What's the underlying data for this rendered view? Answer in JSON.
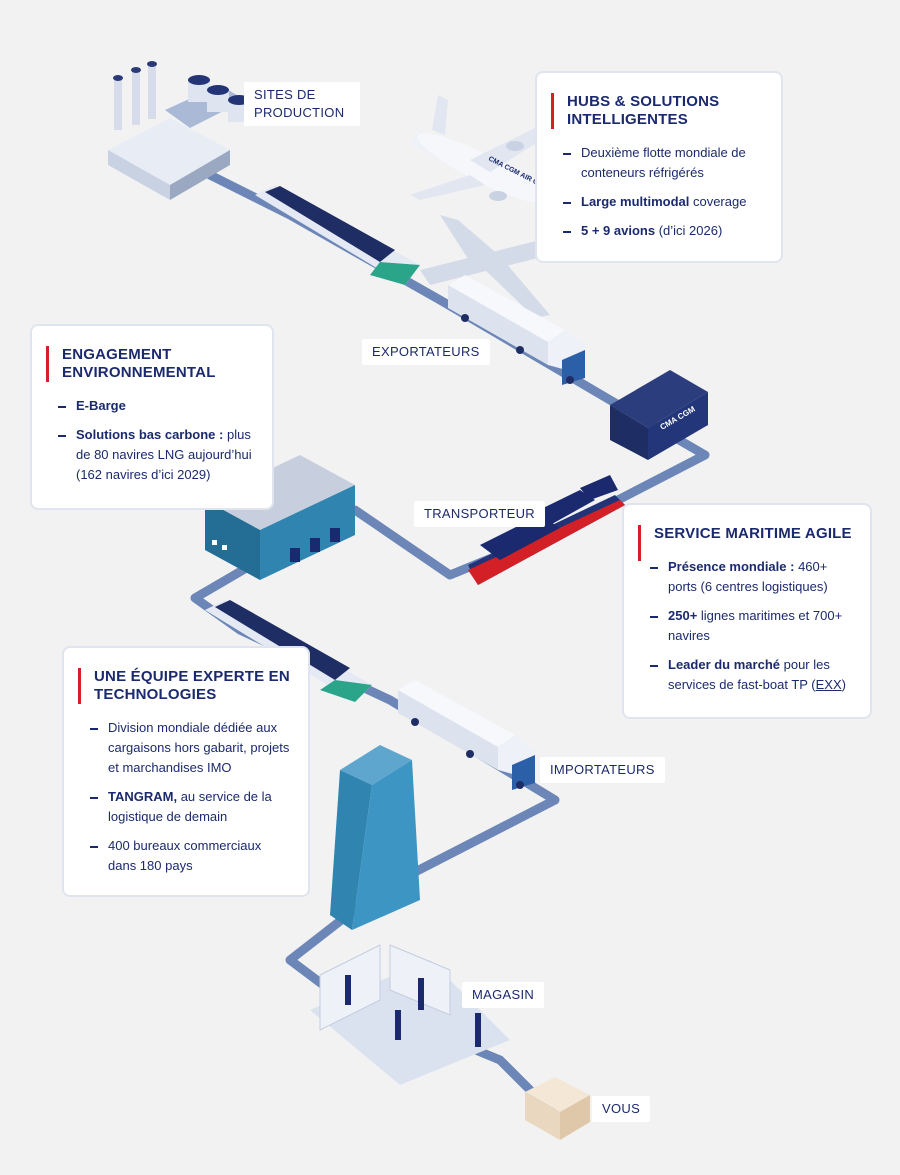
{
  "labels": {
    "sites": "SITES DE PRODUCTION",
    "exportateurs": "EXPORTATEURS",
    "transporteur": "TRANSPORTEUR",
    "importateurs": "IMPORTATEURS",
    "magasin": "MAGASIN",
    "vous": "VOUS"
  },
  "brand": {
    "container": "CMA CGM",
    "plane": "CMA CGM AIR CARGO"
  },
  "cards": {
    "hubs": {
      "title": "HUBS & SOLUTIONS INTELLIGENTES",
      "items": [
        {
          "b": "",
          "t": "Deuxième flotte mondiale de conteneurs réfrigérés"
        },
        {
          "b": "Large multimodal",
          "t": " coverage"
        },
        {
          "b": "5 + 9 avions",
          "t": " (d’ici 2026)"
        }
      ]
    },
    "env": {
      "title": "ENGAGEMENT ENVIRONNEMENTAL",
      "items": [
        {
          "b": "E-Barge",
          "t": ""
        },
        {
          "b": "Solutions bas carbone :",
          "t": " plus de 80 navires LNG aujourd’hui (162 navires d’ici 2029)"
        }
      ]
    },
    "maritime": {
      "title": "SERVICE MARITIME AGILE",
      "items": [
        {
          "b": "Présence mondiale :",
          "t": " 460+ ports (6 centres logistiques)"
        },
        {
          "b": "250+",
          "t": " lignes maritimes et 700+ navires"
        },
        {
          "b": "Leader du marché",
          "t": " pour les services de fast-boat TP (",
          "u": "EXX",
          "t2": ")"
        }
      ]
    },
    "equipe": {
      "title": "UNE ÉQUIPE EXPERTE EN TECHNOLOGIES",
      "items": [
        {
          "b": "",
          "t": "Division mondiale dédiée aux cargaisons hors gabarit, projets et marchandises IMO"
        },
        {
          "b": "TANGRAM,",
          "t": " au service de la logistique de demain"
        },
        {
          "b": "",
          "t": "400 bureaux commerciaux dans 180 pays"
        }
      ]
    }
  },
  "colors": {
    "navy": "#1b2a6e",
    "red": "#d32027",
    "path": "#6b86b7",
    "teal": "#2b7fa8"
  }
}
